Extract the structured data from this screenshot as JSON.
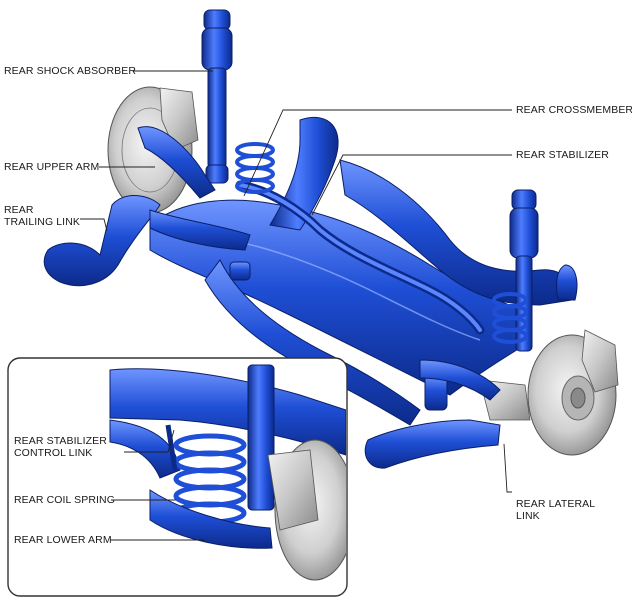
{
  "labels": {
    "rear_shock_absorber": "REAR SHOCK ABSORBER",
    "rear_upper_arm": "REAR UPPER ARM",
    "rear_trailing_link_line1": "REAR",
    "rear_trailing_link_line2": "TRAILING LINK",
    "rear_crossmember": "REAR CROSSMEMBER",
    "rear_stabilizer": "REAR STABILIZER",
    "rear_stabilizer_control_link_line1": "REAR STABILIZER",
    "rear_stabilizer_control_link_line2": "CONTROL LINK",
    "rear_coil_spring": "REAR COIL SPRING",
    "rear_lower_arm": "REAR LOWER ARM",
    "rear_lateral_link_line1": "REAR LATERAL",
    "rear_lateral_link_line2": "LINK"
  },
  "colors": {
    "component_blue": "#1f4fd6",
    "component_dark_blue": "#0c2a8a",
    "component_light_blue": "#6f95ff",
    "brake_gray": "#c9c9c9",
    "leader_line": "#222222"
  }
}
